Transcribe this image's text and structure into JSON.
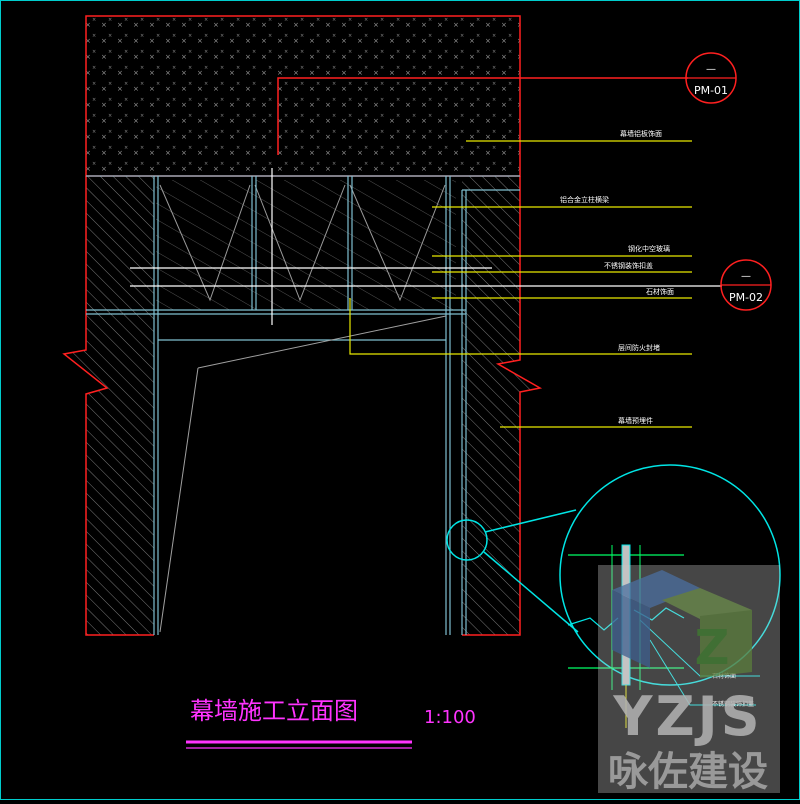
{
  "drawing": {
    "title": "幕墙施工立面图",
    "scale": "1:100"
  },
  "tags": [
    {
      "id": "tag-pm01",
      "dash": "—",
      "code": "PM-01"
    },
    {
      "id": "tag-pm02",
      "dash": "—",
      "code": "PM-02"
    }
  ],
  "callouts": [
    "幕墙铝板饰面",
    "铝合金立柱横梁",
    "钢化中空玻璃",
    "不锈钢装饰扣盖",
    "石材饰面",
    "层间防火封堵",
    "幕墙预埋件"
  ],
  "detail": {
    "callouts": [
      "石材饰面",
      "不锈钢装饰扣盖"
    ]
  },
  "watermark": {
    "latin": "YZJS",
    "cn": "咏佐建设"
  },
  "colors": {
    "background": "#000000",
    "outline": "#ff2020",
    "leader": "#e8e800",
    "detail": "#00e5e5",
    "title": "#ff33ff",
    "watermark": "#b4b4b4"
  }
}
